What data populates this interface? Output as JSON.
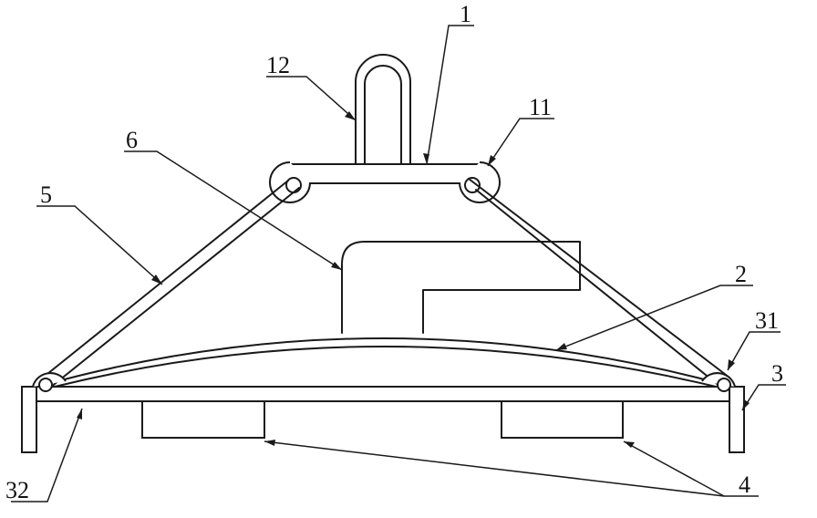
{
  "labels": {
    "l1": "1",
    "l12": "12",
    "l11": "11",
    "l6": "6",
    "l5": "5",
    "l2": "2",
    "l31": "31",
    "l3": "3",
    "l4": "4",
    "l32": "32"
  }
}
